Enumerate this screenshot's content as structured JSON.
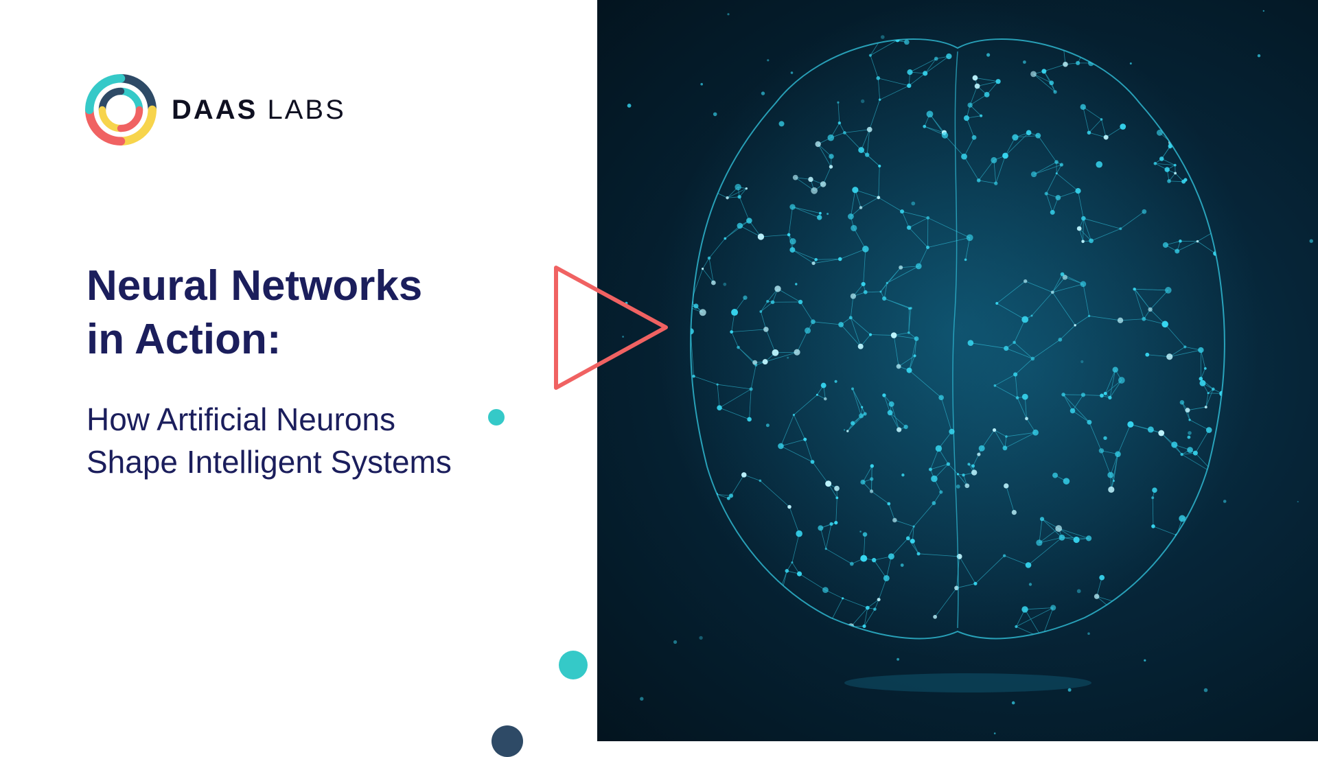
{
  "brand": {
    "name_bold": "DAAS",
    "name_light": "LABS"
  },
  "headline": {
    "line1": "Neural Networks",
    "line2": "in Action:"
  },
  "subheadline": {
    "line1": "How Artificial Neurons",
    "line2": "Shape Intelligent Systems"
  },
  "colors": {
    "navy": "#1b1e5c",
    "teal": "#35c9c8",
    "coral": "#f06262",
    "yellow": "#f7d44c",
    "dark_slate": "#2e4a66",
    "network_cyan": "#37d6f0"
  },
  "icons": {
    "logo": "daas-labs-logo",
    "play": "play-icon",
    "brain": "neural-brain-illustration"
  }
}
